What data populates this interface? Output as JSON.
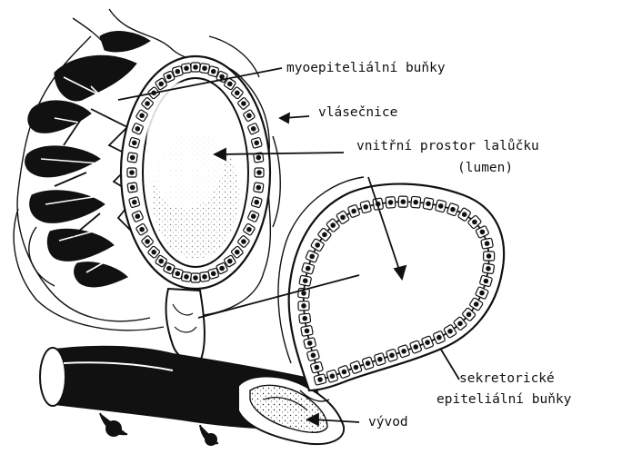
{
  "labels": {
    "myoepithelial": "myoepiteliální buňky",
    "capillaries": "vlásečnice",
    "lumen_line1": "vnitřní prostor lalůčku",
    "lumen_line2": "(lumen)",
    "secretory_line1": "sekretorické",
    "secretory_line2": "epiteliální buňky",
    "duct": "vývod"
  }
}
